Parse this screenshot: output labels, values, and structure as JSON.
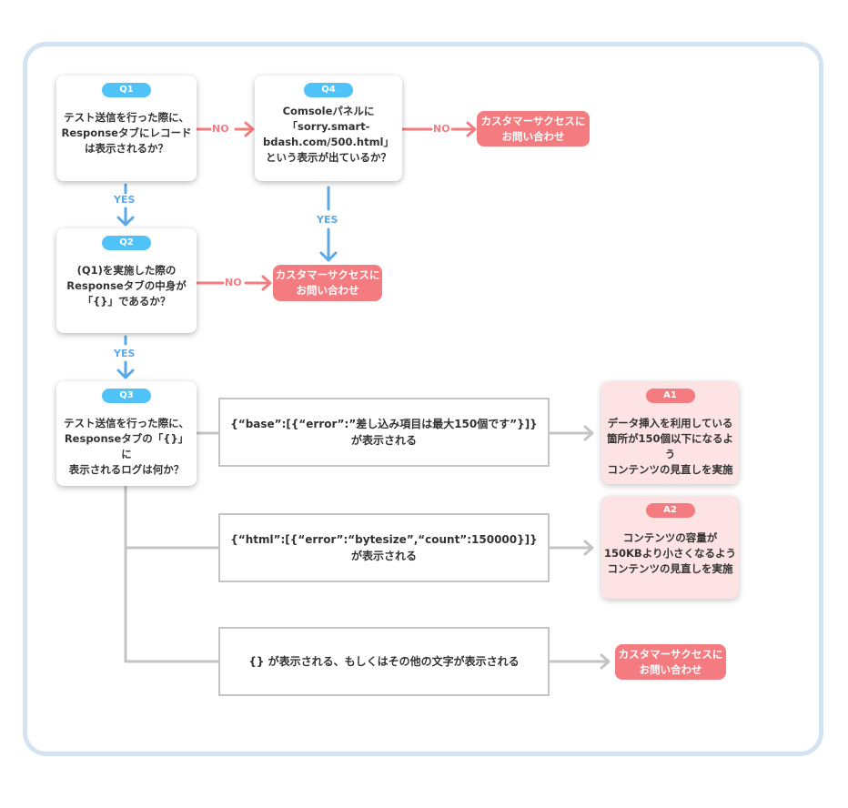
{
  "colors": {
    "frame_border": "#d4e3f2",
    "question_badge": "#4fc3f7",
    "contact_fill": "#f47c80",
    "answer_fill": "#fde3e3",
    "no_line": "#f47c80",
    "yes_line": "#5aa9e6",
    "result_line": "#c4c4c4"
  },
  "questions": {
    "q1": {
      "badge": "Q1",
      "text": "テスト送信を行った際に、\nResponseタブにレコード\nは表示されるか？"
    },
    "q2": {
      "badge": "Q2",
      "text": "(Q1)を実施した際の\nResponseタブの中身が\n「{}」であるか？"
    },
    "q3": {
      "badge": "Q3",
      "text": "テスト送信を行った際に、\nResponseタブの「{}」に\n表示されるログは何か？"
    },
    "q4": {
      "badge": "Q4",
      "text": "Comsoleパネルに\n「sorry.smart-\nbdash.com/500.html」\nという表示が出ているか？"
    }
  },
  "labels": {
    "no": "NO",
    "yes": "YES"
  },
  "contact_label": "カスタマーサクセスに\nお問い合わせ",
  "results": {
    "r1": "{“base”:[{“error”:”差し込み項目は最大150個です”}]}\nが表示される",
    "r2": "{“html”:[{“error”:“bytesize”,“count”:150000}]}\nが表示される",
    "r3": "{} が表示される、もしくはその他の文字が表示される"
  },
  "answers": {
    "a1": {
      "badge": "A1",
      "text": "データ挿入を利用している\n箇所が150個以下になるよう\nコンテンツの見直しを実施"
    },
    "a2": {
      "badge": "A2",
      "text": "コンテンツの容量が\n150KBより小さくなるよう\nコンテンツの見直しを実施"
    }
  }
}
